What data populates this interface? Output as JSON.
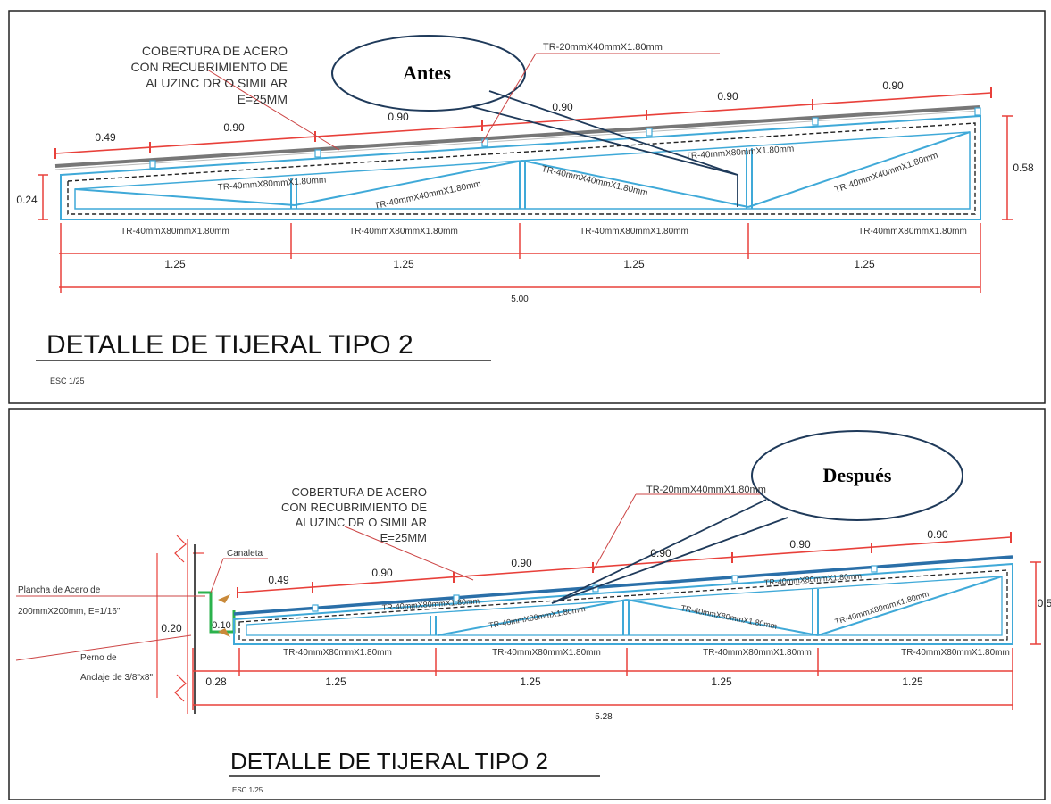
{
  "before": {
    "callout": "Antes",
    "cover_note": [
      "COBERTURA DE ACERO",
      "CON RECUBRIMIENTO DE",
      "ALUZINC DR O SIMILAR",
      "E=25MM"
    ],
    "purlin_label": "TR-20mmX40mmX1.80mm",
    "slope_dims": [
      "0.49",
      "0.90",
      "0.90",
      "0.90",
      "0.90",
      "0.90"
    ],
    "height_left": "0.24",
    "height_right": "0.58",
    "diagonal_labels": [
      "TR-40mmX80mmX1.80mm",
      "TR-40mmX40mmX1.80mm",
      "TR-40mmX40mmX1.80mm",
      "TR-40mmX80mmX1.80mm",
      "TR-40mmX40mmX1.80mm"
    ],
    "chord_labels": [
      "TR-40mmX80mmX1.80mm",
      "TR-40mmX80mmX1.80mm",
      "TR-40mmX80mmX1.80mm",
      "TR-40mmX80mmX1.80mm"
    ],
    "span_dims": [
      "1.25",
      "1.25",
      "1.25",
      "1.25"
    ],
    "total": "5.00",
    "title": "DETALLE DE TIJERAL TIPO 2",
    "scale": "ESC 1/25"
  },
  "after": {
    "callout": "Después",
    "cover_note": [
      "COBERTURA DE ACERO",
      "CON RECUBRIMIENTO DE",
      "ALUZINC DR O SIMILAR",
      "E=25MM"
    ],
    "purlin_label": "TR-20mmX40mmX1.80mm",
    "gutter": "Canaleta",
    "plate": [
      "Plancha de Acero de",
      "200mmX200mm, E=1/16\""
    ],
    "bolt": [
      "Perno de",
      "Anclaje de 3/8\"x8\""
    ],
    "slope_dims": [
      "0.49",
      "0.90",
      "0.90",
      "0.90",
      "0.90",
      "0.90"
    ],
    "height_left": "0.20",
    "gutter_dim": "0.10",
    "height_right": "0.5",
    "diagonal_labels": [
      "TR-40mmX80mmX1.80mm",
      "TR-40mmX80mmX1.80mm",
      "TR-40mmX80mmX1.80mm",
      "TR-40mmX80mmX1.80mm",
      "TR-40mmX80mmX1.80mm"
    ],
    "chord_labels": [
      "TR-40mmX80mmX1.80mm",
      "TR-40mmX80mmX1.80mm",
      "TR-40mmX80mmX1.80mm",
      "TR-40mmX80mmX1.80mm"
    ],
    "span_dims": [
      "0.28",
      "1.25",
      "1.25",
      "1.25",
      "1.25"
    ],
    "total": "5.28",
    "title": "DETALLE DE TIJERAL TIPO 2",
    "scale": "ESC 1/25"
  },
  "colors": {
    "dimension": "#e8403a",
    "member": "#3fa9d8",
    "roof": "#8a8a8a",
    "callout_line": "#1f3a5a",
    "plate": "#2bb24c",
    "anchor": "#c98a3a"
  }
}
